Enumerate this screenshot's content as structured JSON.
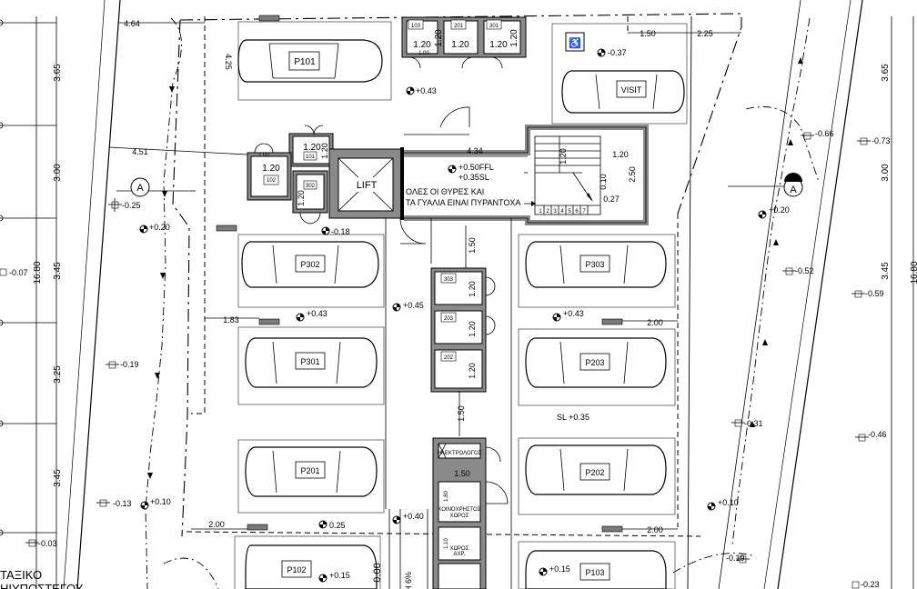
{
  "title_text": [
    "ΤΑΞΙΚΟ",
    "ΗΙΥΠΟΣΤΕΓΟΥ"
  ],
  "note": [
    "ΟΛΕΣ ΟΙ ΘΥΡΕΣ ΚΑΙ",
    "ΤΑ ΓΥΑΛΙΑ ΕΙΝΑΙ ΠΥΡΑΝΤΟΧΑ"
  ],
  "lift_label": "LIFT",
  "section_marker": "A",
  "parking": {
    "p101": "P101",
    "visit": "VISIT",
    "p302": "P302",
    "p303": "P303",
    "p301": "P301",
    "p203": "P203",
    "p201": "P201",
    "p202": "P202",
    "p102": "P102",
    "p103": "P103"
  },
  "storage": {
    "s103": "103",
    "s201": "201",
    "s301": "301",
    "s101": "101",
    "s102": "102",
    "s302": "302",
    "s303": "303",
    "s203": "203",
    "s202": "202"
  },
  "dims": {
    "d464": "4.64",
    "d425": "4.25",
    "d451": "4.51",
    "d434": "4.34",
    "d150a": "1.50",
    "d225": "2.25",
    "d120a": "1.20",
    "d120b": "1.20",
    "d120c": "1.20",
    "d120d": "1.20",
    "d120e": "1.20",
    "d120f": "1.20",
    "d120g": "1.20",
    "d120h": "1.20",
    "d120i": "1.20",
    "d120j": "1.20",
    "d120k": "1.20",
    "d120l": "1.20",
    "d100a": "1.00",
    "d100b": "1.00",
    "d250": "2.50",
    "d027": "0.27",
    "d010": "0.10",
    "d150b": "1.50",
    "d150c": "1.50",
    "d150d": "1.50",
    "d183": "1.83",
    "d200a": "2.00",
    "d200b": "2.00",
    "d200c": "2.00",
    "d200d": "2.00",
    "d180": "1.80",
    "d110": "1.10",
    "d000": "0.00"
  },
  "left_dims": [
    "3.65",
    "3.00",
    "3.45",
    "3.25",
    "3.45"
  ],
  "left_total": "16.80",
  "right_dims": [
    "3.65",
    "3.00",
    "3.45"
  ],
  "right_total": "16.80",
  "levels": {
    "l043a": "+0.43",
    "l037": "-0.37",
    "l050": "+0.50FFL",
    "l035": "+0.35SL",
    "l025": "-0.25",
    "l020a": "+0.20",
    "l018": "-0.18",
    "l007": "-0.07",
    "l045": "+0.45",
    "l043b": "+0.43",
    "l043c": "+0.43",
    "l019a": "-0.19",
    "l013": "-0.13",
    "l010a": "+0.10",
    "l003": "-0.03",
    "l025b": "0.25",
    "l040": "+0.40",
    "l015a": "+0.15",
    "l015b": "+0.15",
    "l066": "-0.66",
    "l073": "-0.73",
    "l020b": "+0.20",
    "l052": "-0.52",
    "l059": "-0.59",
    "l031": "-0.31",
    "l046": "-0.46",
    "l010b": "+0.10",
    "l019b": "-0.19",
    "l023": "-0.23",
    "sl035": "SL +0.35"
  },
  "stairs_numbers": [
    "1",
    "2",
    "3",
    "4",
    "5",
    "6",
    "7"
  ],
  "room_labels": {
    "elec": "ΗΛΕΚΤΡΟΛΟΓΟΣ",
    "common": [
      "ΚΟΙΝΟΧΡΗΣΤΟΣ",
      "ΧΩΡΟΣ"
    ],
    "bins": [
      "ΧΩΡΟΣ",
      "ΑΧΡ."
    ]
  },
  "ramp": "Η 6%"
}
